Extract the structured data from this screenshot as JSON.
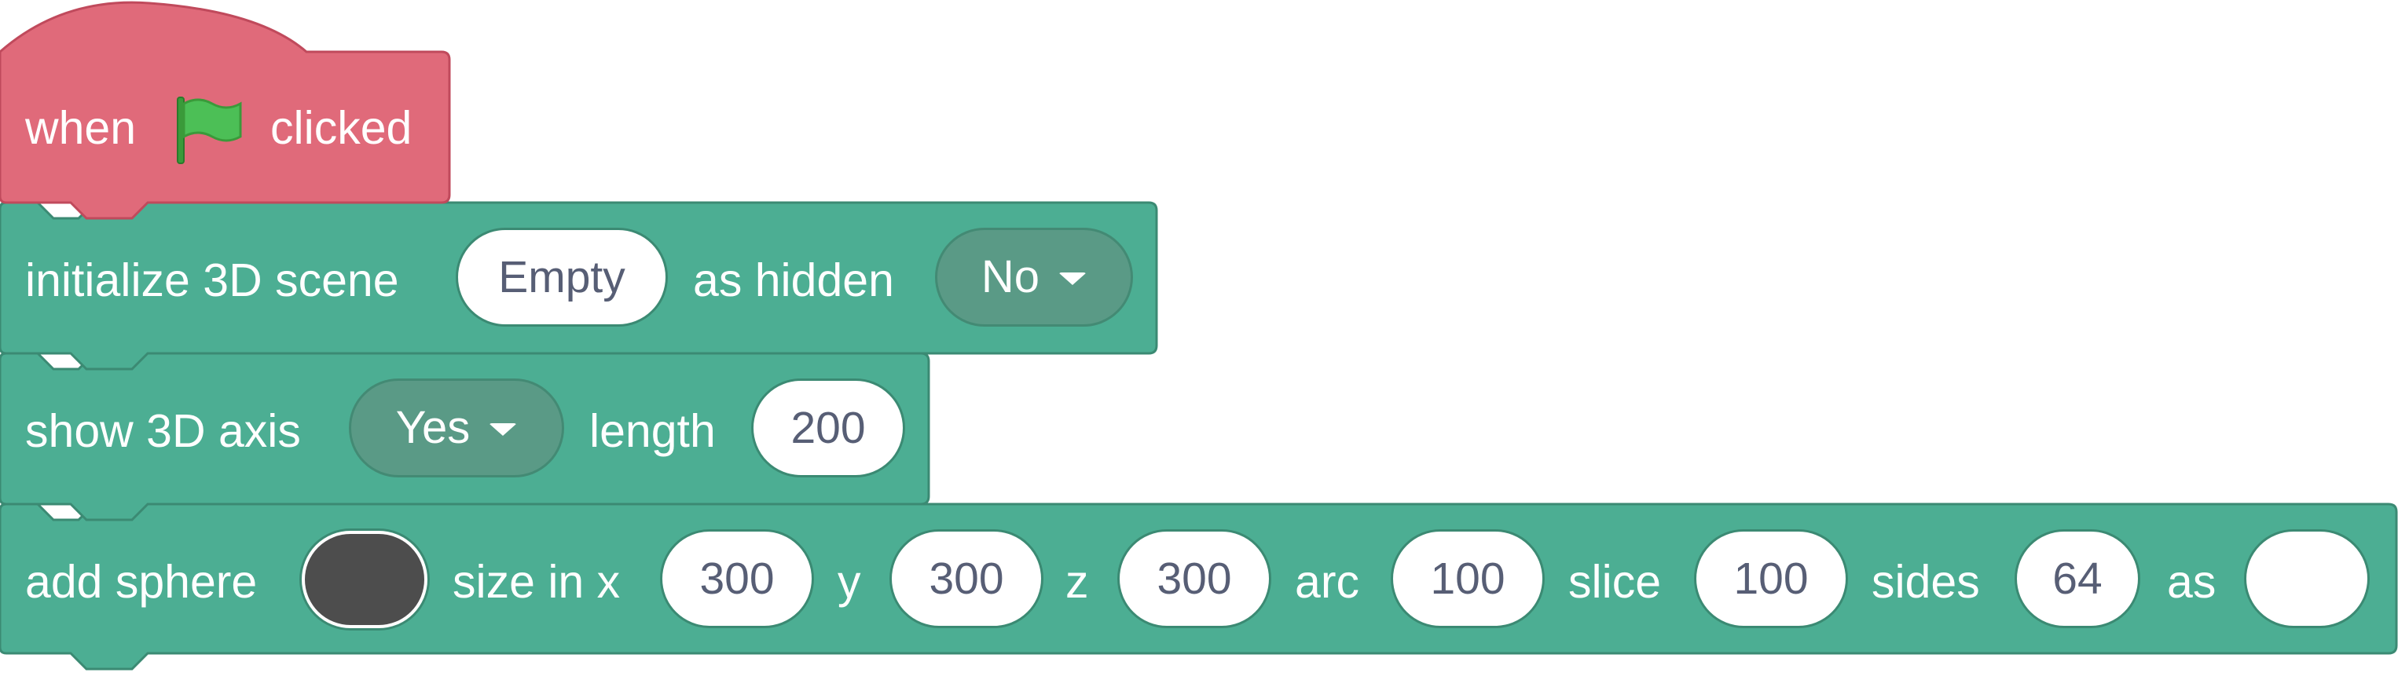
{
  "colors": {
    "events": "#e06a7a",
    "motion3d": "#4cae93",
    "dropdown": "#5a9a86",
    "swatch": "#4d4d4d"
  },
  "hat_block": {
    "when": "when",
    "flag_icon": "green-flag-icon",
    "clicked": "clicked"
  },
  "init_block": {
    "label": "initialize 3D scene",
    "scene": "Empty",
    "as_hidden": "as hidden",
    "hidden_value": "No"
  },
  "axis_block": {
    "label": "show 3D axis",
    "axis_value": "Yes",
    "length_label": "length",
    "length_value": "200"
  },
  "sphere_block": {
    "label": "add sphere",
    "size_in_x": "size in x",
    "x": "300",
    "y_label": "y",
    "y": "300",
    "z_label": "z",
    "z": "300",
    "arc_label": "arc",
    "arc": "100",
    "slice_label": "slice",
    "slice": "100",
    "sides_label": "sides",
    "sides": "64",
    "as_label": "as",
    "as_value": ""
  }
}
